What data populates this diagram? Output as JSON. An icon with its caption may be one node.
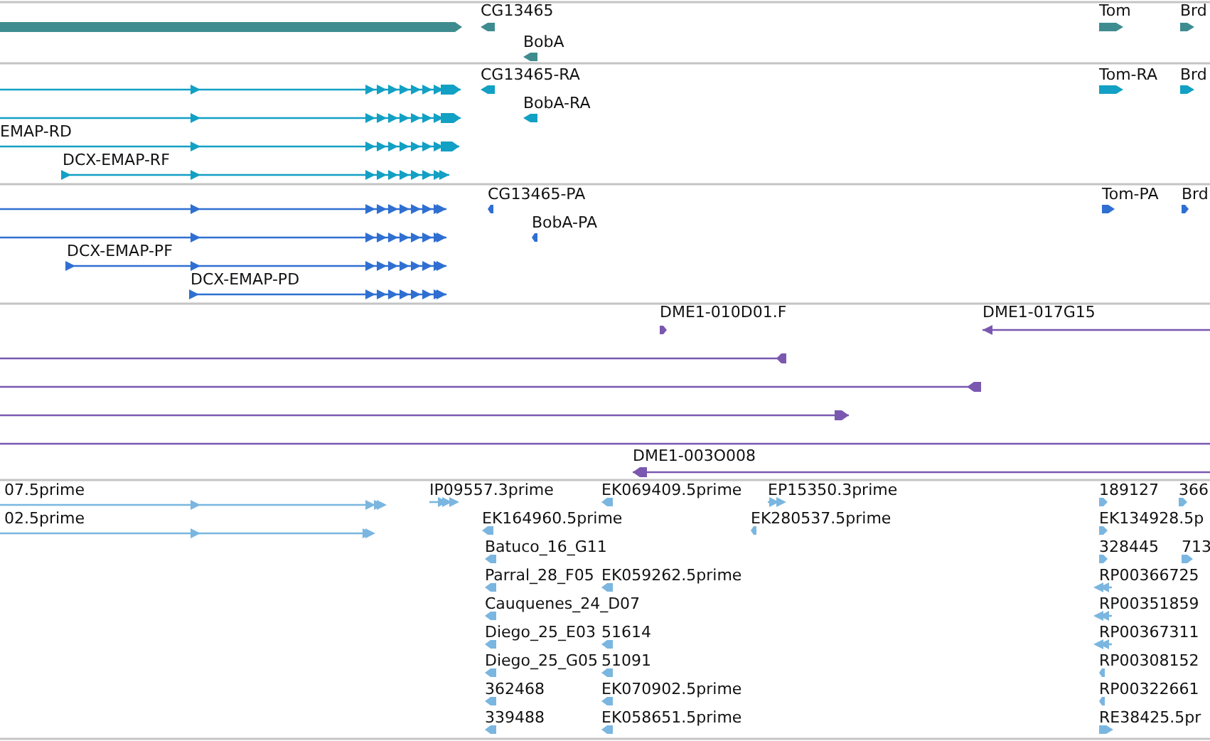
{
  "diagram": {
    "labels": [
      "CG13465",
      "Tom",
      "Brd",
      "BobA",
      "CG13465-RA",
      "Tom-RA",
      "Brd",
      "BobA-RA",
      "EMAP-RD",
      "DCX-EMAP-RF",
      "CG13465-PA",
      "Tom-PA",
      "Brd",
      "BobA-PA",
      "DCX-EMAP-PF",
      "DCX-EMAP-PD",
      "DME1-010D01.F",
      "DME1-017G15",
      "DME1-003O008",
      "07.5prime",
      "IP09557.3prime",
      "EK069409.5prime",
      "EP15350.3prime",
      "189127",
      "366",
      "02.5prime",
      "EK164960.5prime",
      "EK280537.5prime",
      "EK134928.5p",
      "Batuco_16_G11",
      "328445",
      "713",
      "Parral_28_F05",
      "EK059262.5prime",
      "RP00366725",
      "Cauquenes_24_D07",
      "RP00351859",
      "Diego_25_E03",
      "51614",
      "RP00367311",
      "Diego_25_G05",
      "51091",
      "RP00308152",
      "362468",
      "EK070902.5prime",
      "RP00322661",
      "339488",
      "EK058651.5prime",
      "RE38425.5pr"
    ]
  }
}
